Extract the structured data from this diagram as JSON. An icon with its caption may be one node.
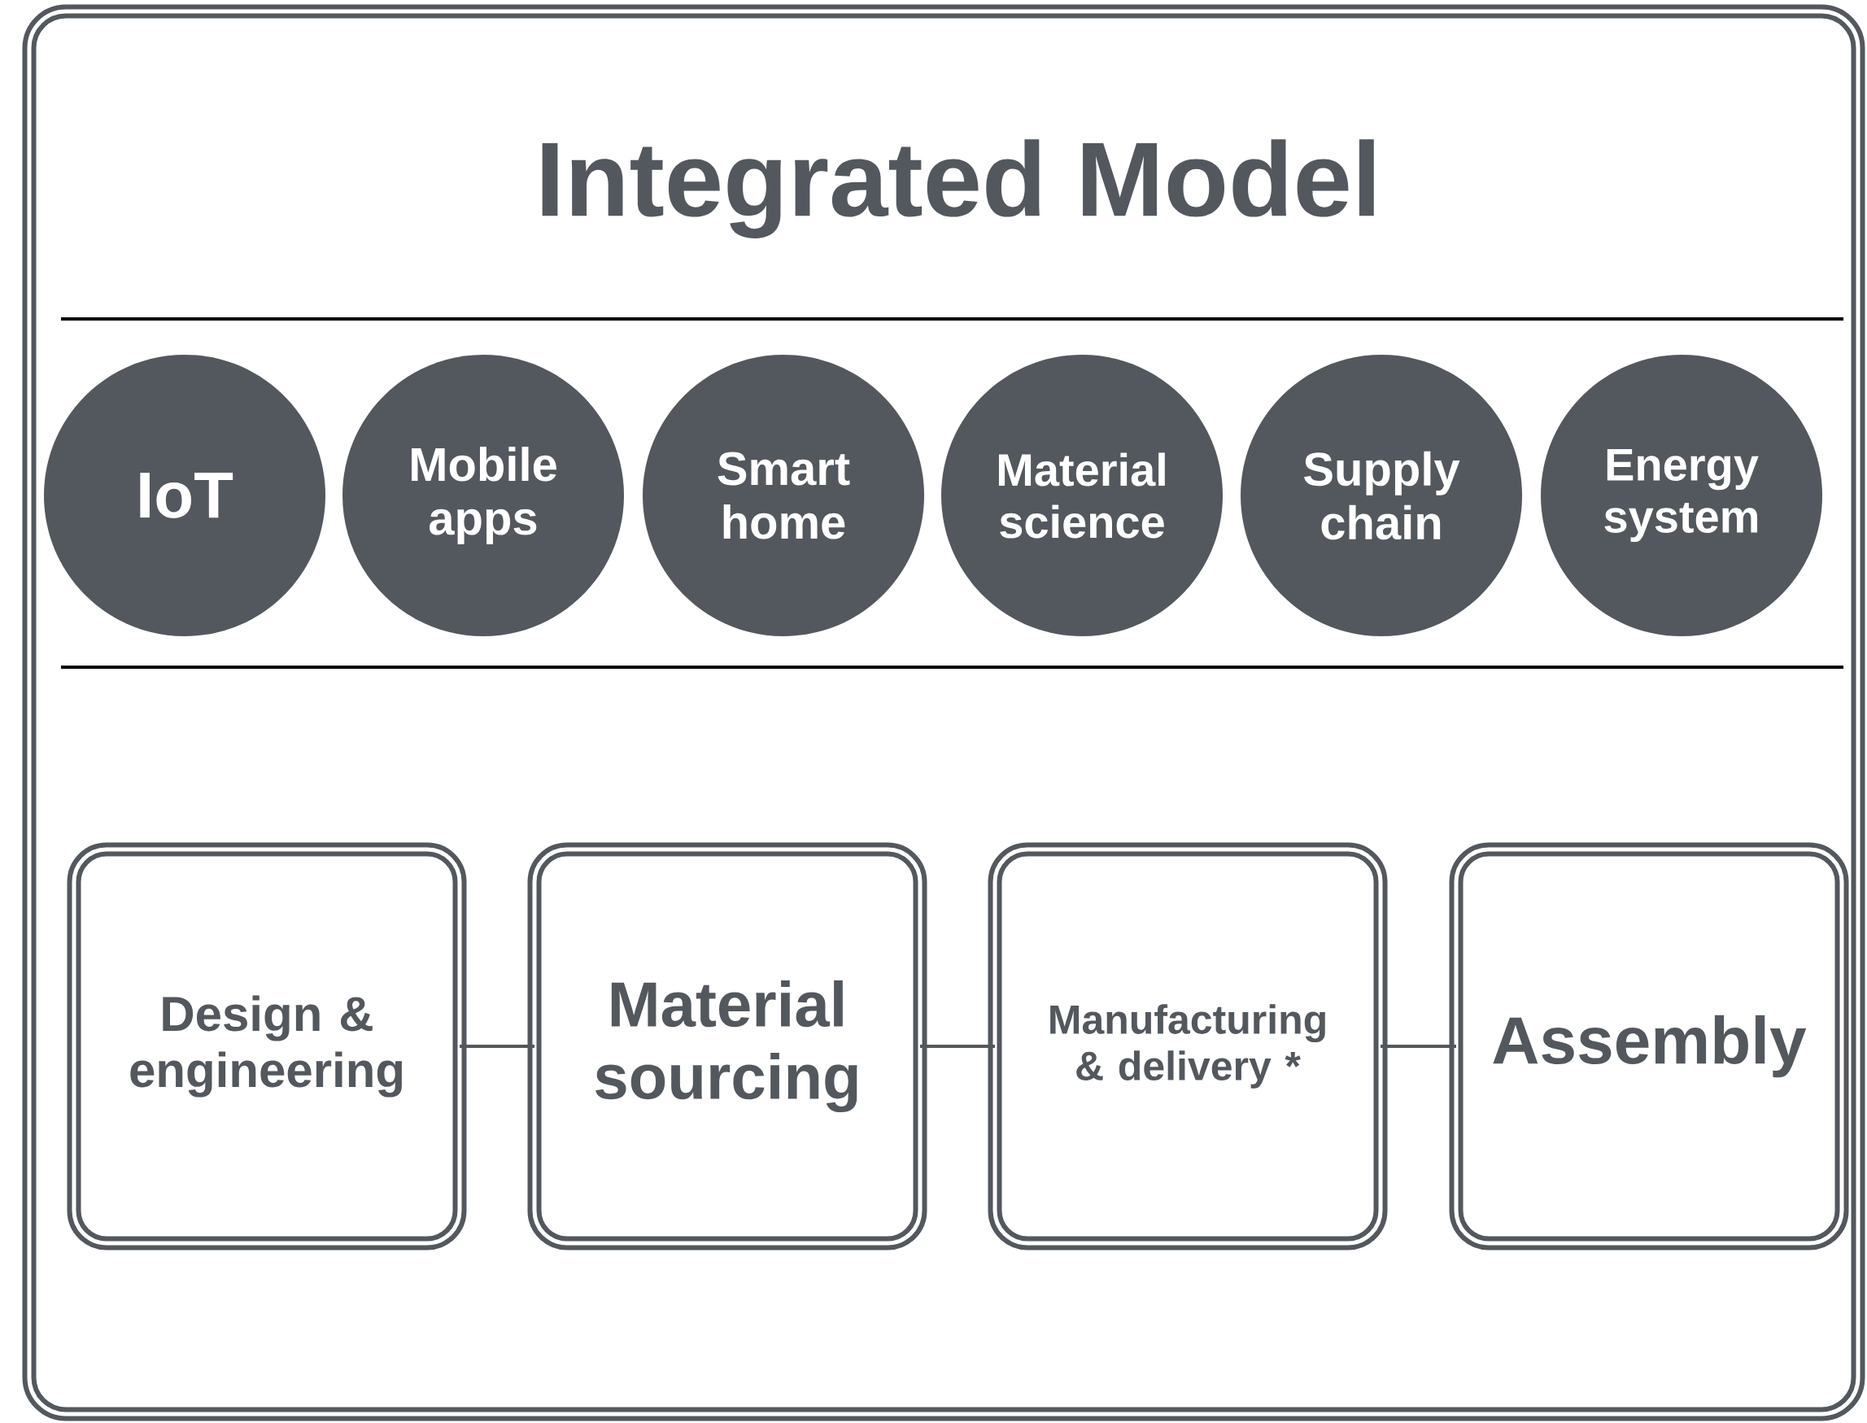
{
  "diagram": {
    "title": "Integrated Model",
    "nodes": [
      {
        "text": [
          "IoT"
        ]
      },
      {
        "text": [
          "Mobile apps"
        ]
      },
      {
        "text": [
          "Smart home"
        ]
      },
      {
        "text": [
          "Material science"
        ]
      },
      {
        "text": [
          "Supply chain"
        ]
      },
      {
        "text": [
          "Energy system"
        ]
      },
      {
        "text": [
          "Design & engineering"
        ]
      },
      {
        "text": [
          "Material sourcing"
        ]
      },
      {
        "text": [
          "Manufacturing & delivery *"
        ]
      },
      {
        "text": [
          "Assembly"
        ]
      }
    ],
    "edges": [
      {
        "from": 6,
        "to": 7,
        "arrow": "none"
      },
      {
        "from": 7,
        "to": 8,
        "arrow": "none"
      },
      {
        "from": 8,
        "to": 9,
        "arrow": "none"
      }
    ]
  }
}
